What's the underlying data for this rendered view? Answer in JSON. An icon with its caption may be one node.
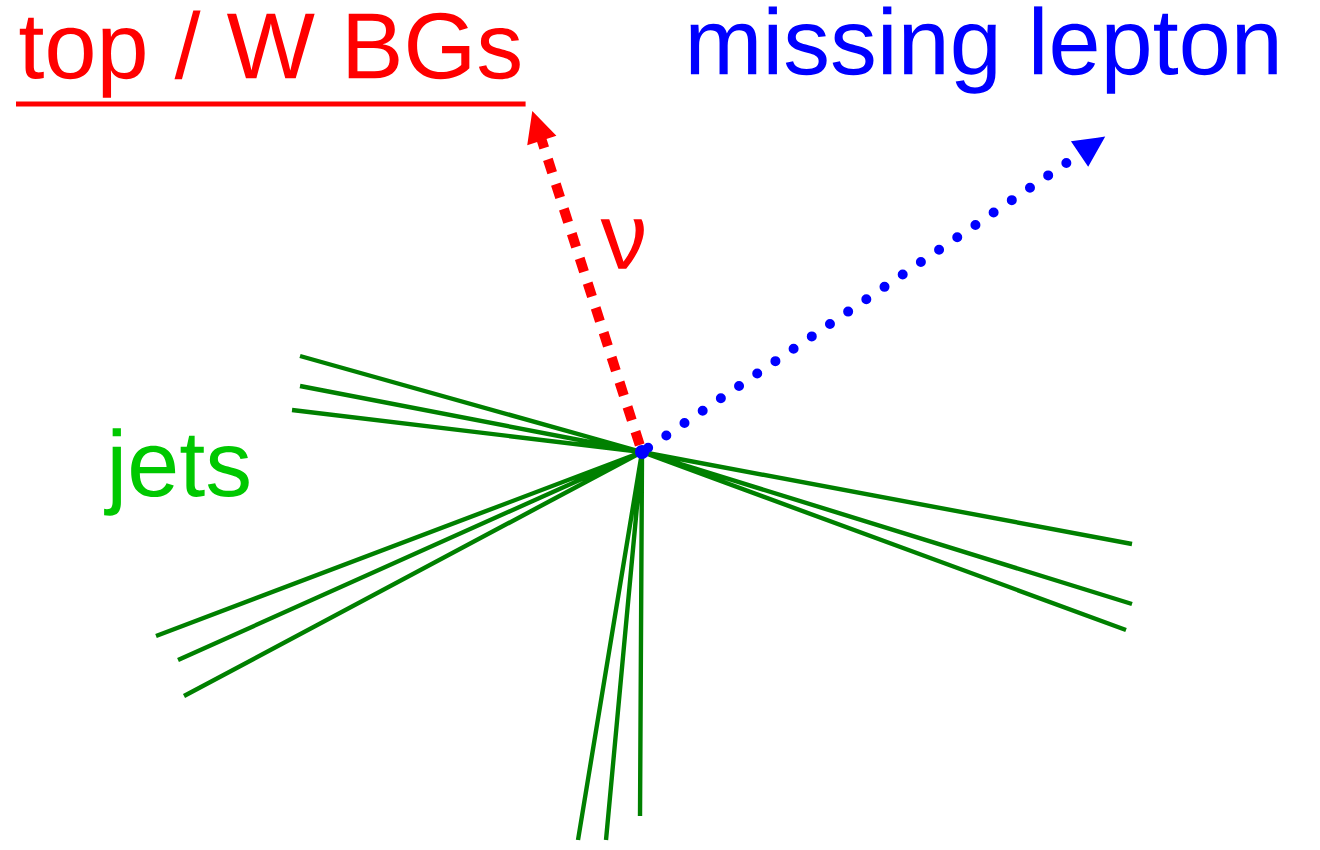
{
  "diagram": {
    "nodes": [
      {
        "text": [
          "top / W BGs"
        ]
      },
      {
        "text": [
          "missing lepton"
        ]
      },
      {
        "text": [],
        "shape": "circle"
      }
    ],
    "edges": [
      {
        "from": 2,
        "to": 0,
        "arrow": "to",
        "label": "ν",
        "style": "dashed",
        "color": "#ff0000"
      },
      {
        "from": 2,
        "to": 1,
        "arrow": "to",
        "style": "dashed",
        "color": "#0000ff"
      }
    ],
    "labels": [
      "jets"
    ]
  }
}
